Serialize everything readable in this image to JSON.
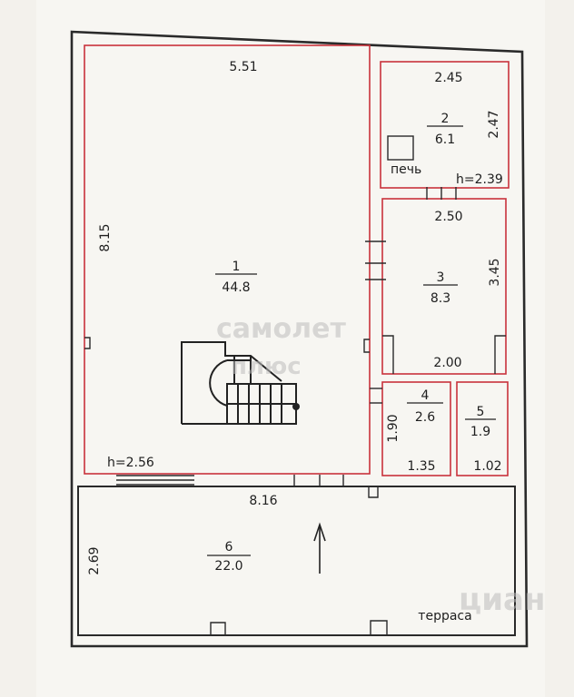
{
  "rooms": [
    {
      "number": "1",
      "area": "44.8"
    },
    {
      "number": "2",
      "area": "6.1"
    },
    {
      "number": "3",
      "area": "8.3"
    },
    {
      "number": "4",
      "area": "2.6"
    },
    {
      "number": "5",
      "area": "1.9"
    },
    {
      "number": "6",
      "area": "22.0"
    }
  ],
  "dimensions": {
    "room1_top": "5.51",
    "room1_left": "8.15",
    "room1_height": "h=2.56",
    "room2_top": "2.45",
    "room2_right": "2.47",
    "room2_height": "h=2.39",
    "room3_top": "2.50",
    "room3_right": "3.45",
    "room3_bottom": "2.00",
    "room4_left": "1.90",
    "room4_bottom": "1.35",
    "room5_bottom": "1.02",
    "room6_top": "8.16",
    "room6_left": "2.69"
  },
  "labels": {
    "stove": "печь",
    "terrace": "терраса"
  },
  "watermark": {
    "brand": "самолет",
    "suffix": "плюс",
    "corner": "циан"
  },
  "colors": {
    "wall": "#2a2a2a",
    "inner_line": "#c8323c",
    "paper": "#f3f1ec"
  }
}
